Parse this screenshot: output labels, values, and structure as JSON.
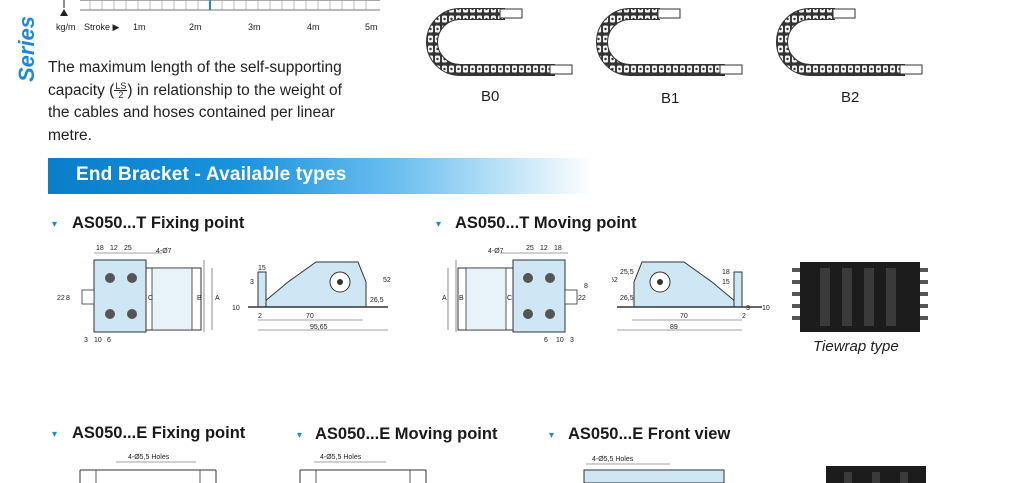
{
  "sidebar": {
    "series_label": "Series"
  },
  "chart_axis": {
    "y_unit": "kg/m",
    "x_label": "Stroke",
    "ticks": [
      "1m",
      "2m",
      "3m",
      "4m",
      "5m"
    ]
  },
  "intro": {
    "line1": "The maximum length of the self-supporting",
    "line2_pre": "capacity (",
    "frac_num": "LS",
    "frac_den": "2",
    "line2_post": ") in relationship to the weight of",
    "line3": "the cables and hoses contained per linear",
    "line4": "metre."
  },
  "chains": [
    {
      "label": "B0"
    },
    {
      "label": "B1"
    },
    {
      "label": "B2"
    }
  ],
  "banner": {
    "title": "End Bracket - Available types"
  },
  "sections": {
    "t_fixing": {
      "title": "AS050...T Fixing point"
    },
    "t_moving": {
      "title": "AS050...T Moving point"
    },
    "e_fixing": {
      "title": "AS050...E Fixing point"
    },
    "e_moving": {
      "title": "AS050...E Moving point"
    },
    "e_front": {
      "title": "AS050...E Front view"
    }
  },
  "dims": {
    "top_left": [
      "18",
      "12",
      "25",
      "4-Ø7"
    ],
    "top_right": [
      "4-Ø7",
      "25",
      "12",
      "18"
    ],
    "ab": [
      "A",
      "B",
      "C"
    ],
    "left_side": [
      "22",
      "8"
    ],
    "bottom_left": [
      "3",
      "10",
      "6"
    ],
    "bottom_right": [
      "6",
      "10",
      "3"
    ],
    "side_fix": [
      "15",
      "3",
      "10",
      "2",
      "52",
      "26,5",
      "70",
      "95,65"
    ],
    "side_mov": [
      "52",
      "26,5",
      "25,5",
      "18",
      "15",
      "3",
      "10",
      "2",
      "70",
      "89"
    ],
    "holes": "4-Ø5,5 Holes"
  },
  "tiewrap": {
    "caption": "Tiewrap type"
  }
}
